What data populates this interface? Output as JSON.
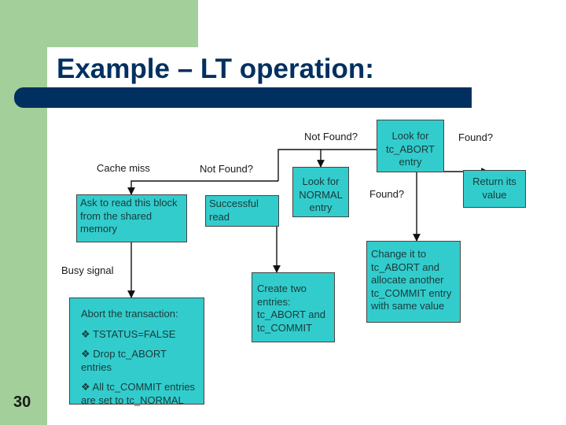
{
  "title": "Example – LT operation:",
  "slide_number": "30",
  "labels": {
    "cache_miss": "Cache miss",
    "not_found_1": "Not Found?",
    "not_found_2": "Not Found?",
    "busy_signal": "Busy signal",
    "found_1": "Found?",
    "found_2": "Found?"
  },
  "boxes": {
    "ask_read": "Ask to read this block\nfrom the shared\nmemory",
    "successful_read": "Successful\nread",
    "look_normal": "Look for\nNORMAL\nentry",
    "look_abort": "Look for\ntc_ABORT\nentry",
    "return_value": "Return its\nvalue",
    "create_entries": "Create two\nentries:\ntc_ABORT and\ntc_COMMIT",
    "change_to_abort": "Change it to\ntc_ABORT and\nallocate another\ntc_COMMIT entry\nwith same value",
    "abort_title": "Abort the transaction:",
    "abort_item_1": "❖ TSTATUS=FALSE",
    "abort_item_2": "❖ Drop tc_ABORT entries",
    "abort_item_3": "❖ All tc_COMMIT entries\nare   set to tc_NORMAL"
  },
  "colors": {
    "box_fill": "#33cccc",
    "title_color": "#00305f",
    "accent_green": "#a3cf9a"
  }
}
